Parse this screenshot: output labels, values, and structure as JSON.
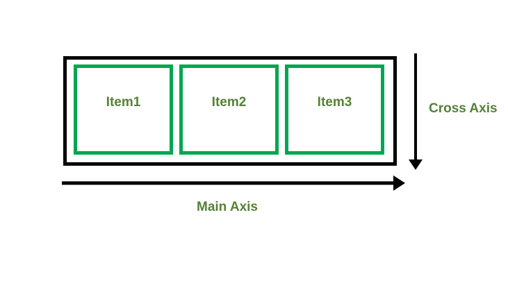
{
  "diagram": {
    "items": [
      {
        "label": "Item1"
      },
      {
        "label": "Item2"
      },
      {
        "label": "Item3"
      }
    ],
    "cross_axis_label": "Cross Axis",
    "main_axis_label": "Main Axis",
    "colors": {
      "container_border": "#000000",
      "item_border": "#00a651",
      "label_text": "#548235",
      "arrow": "#000000"
    }
  }
}
